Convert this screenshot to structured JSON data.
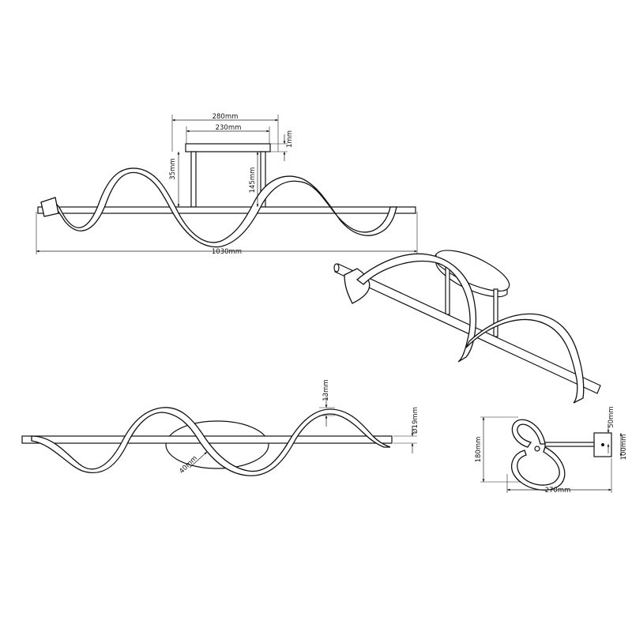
{
  "dimensions": {
    "canopy_outer_width": "280mm",
    "canopy_inner_width": "230mm",
    "canopy_thickness": "1mm",
    "canopy_height": "35mm",
    "rod_drop": "145mm",
    "overall_length": "1030mm",
    "band_thickness": "13mm",
    "bar_diameter": "Ø19mm",
    "band_width": "40mm",
    "side_height": "180mm",
    "side_width": "270mm",
    "canopy_side_height": "50mm",
    "canopy_side_depth": "100mm"
  }
}
